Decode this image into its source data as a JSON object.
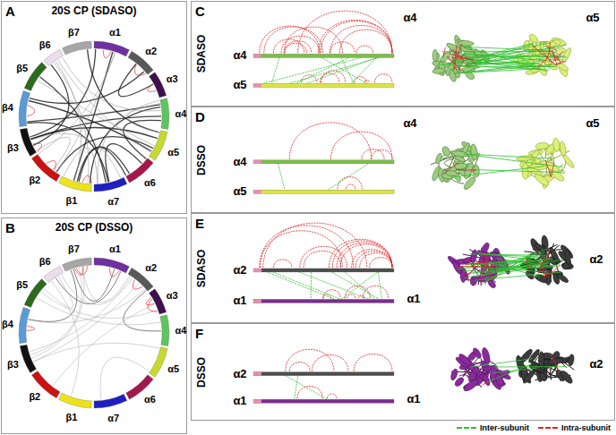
{
  "diagram": {
    "nodes": [
      {
        "text": [
          "A",
          "20S CP (SDASO)"
        ]
      },
      {
        "text": [
          "B",
          "20S CP (DSSO)"
        ]
      },
      {
        "text": [
          "C",
          "SDASO"
        ]
      },
      {
        "text": [
          "D",
          "DSSO"
        ]
      },
      {
        "text": [
          "E",
          "SDASO"
        ]
      },
      {
        "text": [
          "F",
          "DSSO"
        ]
      }
    ],
    "labels": [
      "β7",
      "α1",
      "α2",
      "α3",
      "α4",
      "α5",
      "α6",
      "α7",
      "β1",
      "β2",
      "β3",
      "β4",
      "β5",
      "β6",
      "β7",
      "α1",
      "α2",
      "α3",
      "α4",
      "α5",
      "α6",
      "α7",
      "β1",
      "β2",
      "β3",
      "β4",
      "β5",
      "β6",
      "α4",
      "α5",
      "α4",
      "α5",
      "α4",
      "α5",
      "α4",
      "α5",
      "α2",
      "α1",
      "α2",
      "α1",
      "α2",
      "α1",
      "α2",
      "α1"
    ],
    "legend": [
      {
        "text": "Inter-subunit",
        "color": "#2fbf2f"
      },
      {
        "text": "Intra-subunit",
        "color": "#e02424"
      }
    ]
  }
}
